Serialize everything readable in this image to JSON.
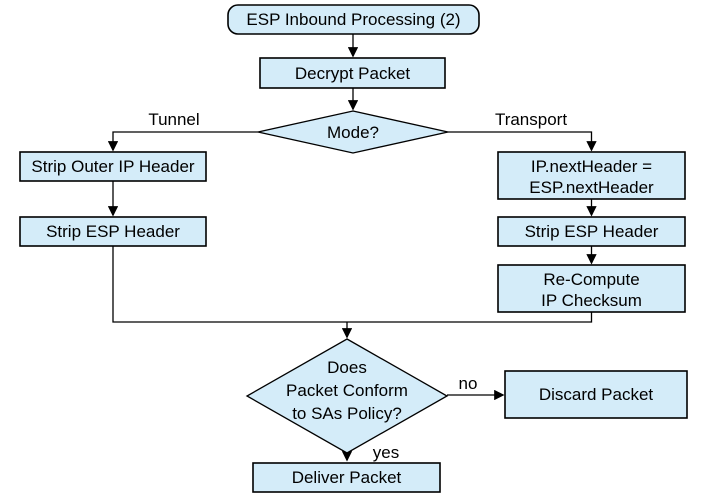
{
  "flowchart": {
    "nodes": {
      "start": {
        "label": "ESP Inbound Processing (2)",
        "type": "terminator"
      },
      "decrypt": {
        "label": "Decrypt Packet",
        "type": "process"
      },
      "mode": {
        "label": "Mode?",
        "type": "decision"
      },
      "strip_outer_ip": {
        "label": "Strip Outer IP Header",
        "type": "process"
      },
      "strip_esp_tunnel": {
        "label": "Strip ESP Header",
        "type": "process"
      },
      "set_next_header": {
        "lines": [
          "IP.nextHeader =",
          "ESP.nextHeader"
        ],
        "type": "process"
      },
      "strip_esp_transport": {
        "label": "Strip ESP Header",
        "type": "process"
      },
      "recompute_checksum": {
        "lines": [
          "Re-Compute",
          "IP Checksum"
        ],
        "type": "process"
      },
      "policy_check": {
        "lines": [
          "Does",
          "Packet Conform",
          "to SAs Policy?"
        ],
        "type": "decision"
      },
      "discard": {
        "label": "Discard Packet",
        "type": "process"
      },
      "deliver": {
        "label": "Deliver Packet",
        "type": "process"
      }
    },
    "edge_labels": {
      "tunnel": "Tunnel",
      "transport": "Transport",
      "no": "no",
      "yes": "yes"
    },
    "colors": {
      "node_fill": "#d4ecf9",
      "node_border": "#000000",
      "connector": "#000000",
      "text": "#000000",
      "background": "#ffffff"
    }
  }
}
